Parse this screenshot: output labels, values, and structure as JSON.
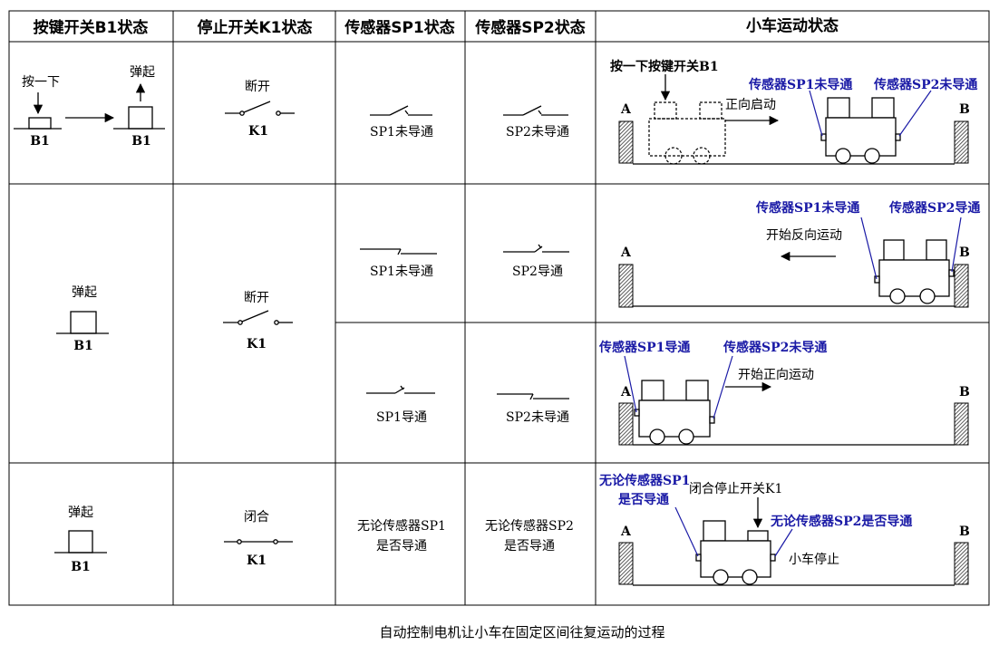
{
  "headers": {
    "b1": "按键开关B1状态",
    "k1": "停止开关K1状态",
    "sp1": "传感器SP1状态",
    "sp2": "传感器SP2状态",
    "car": "小车运动状态"
  },
  "row1": {
    "press_once": "按一下",
    "pop_up": "弹起",
    "b1": "B1",
    "k1_state": "断开",
    "k1": "K1",
    "sp1_state": "SP1未导通",
    "sp2_state": "SP2未导通",
    "car": {
      "press_b1": "按一下按键开关B1",
      "sp1_note": "传感器SP1未导通",
      "sp2_note": "传感器SP2未导通",
      "motion": "正向启动",
      "a": "A",
      "b": "B"
    }
  },
  "row2": {
    "b1_state": "弹起",
    "b1": "B1",
    "k1_state": "断开",
    "k1": "K1",
    "sub1": {
      "sp1_state": "SP1未导通",
      "sp2_state": "SP2导通",
      "car": {
        "sp1_note": "传感器SP1未导通",
        "sp2_note": "传感器SP2导通",
        "motion": "开始反向运动",
        "a": "A",
        "b": "B"
      }
    },
    "sub2": {
      "sp1_state": "SP1导通",
      "sp2_state": "SP2未导通",
      "car": {
        "sp1_note": "传感器SP1导通",
        "sp2_note": "传感器SP2未导通",
        "motion": "开始正向运动",
        "a": "A",
        "b": "B"
      }
    }
  },
  "row3": {
    "b1_state": "弹起",
    "b1": "B1",
    "k1_state": "闭合",
    "k1": "K1",
    "sp1_line1": "无论传感器SP1",
    "sp1_line2": "是否导通",
    "sp2_line1": "无论传感器SP2",
    "sp2_line2": "是否导通",
    "car": {
      "sp1_line1": "无论传感器SP1",
      "sp1_line2": "是否导通",
      "k1_note": "闭合停止开关K1",
      "sp2_note": "无论传感器SP2是否导通",
      "stop": "小车停止",
      "a": "A",
      "b": "B"
    }
  },
  "caption": "自动控制电机让小车在固定区间往复运动的过程",
  "colors": {
    "annotation": "#1a1aa6",
    "line": "#000000"
  }
}
